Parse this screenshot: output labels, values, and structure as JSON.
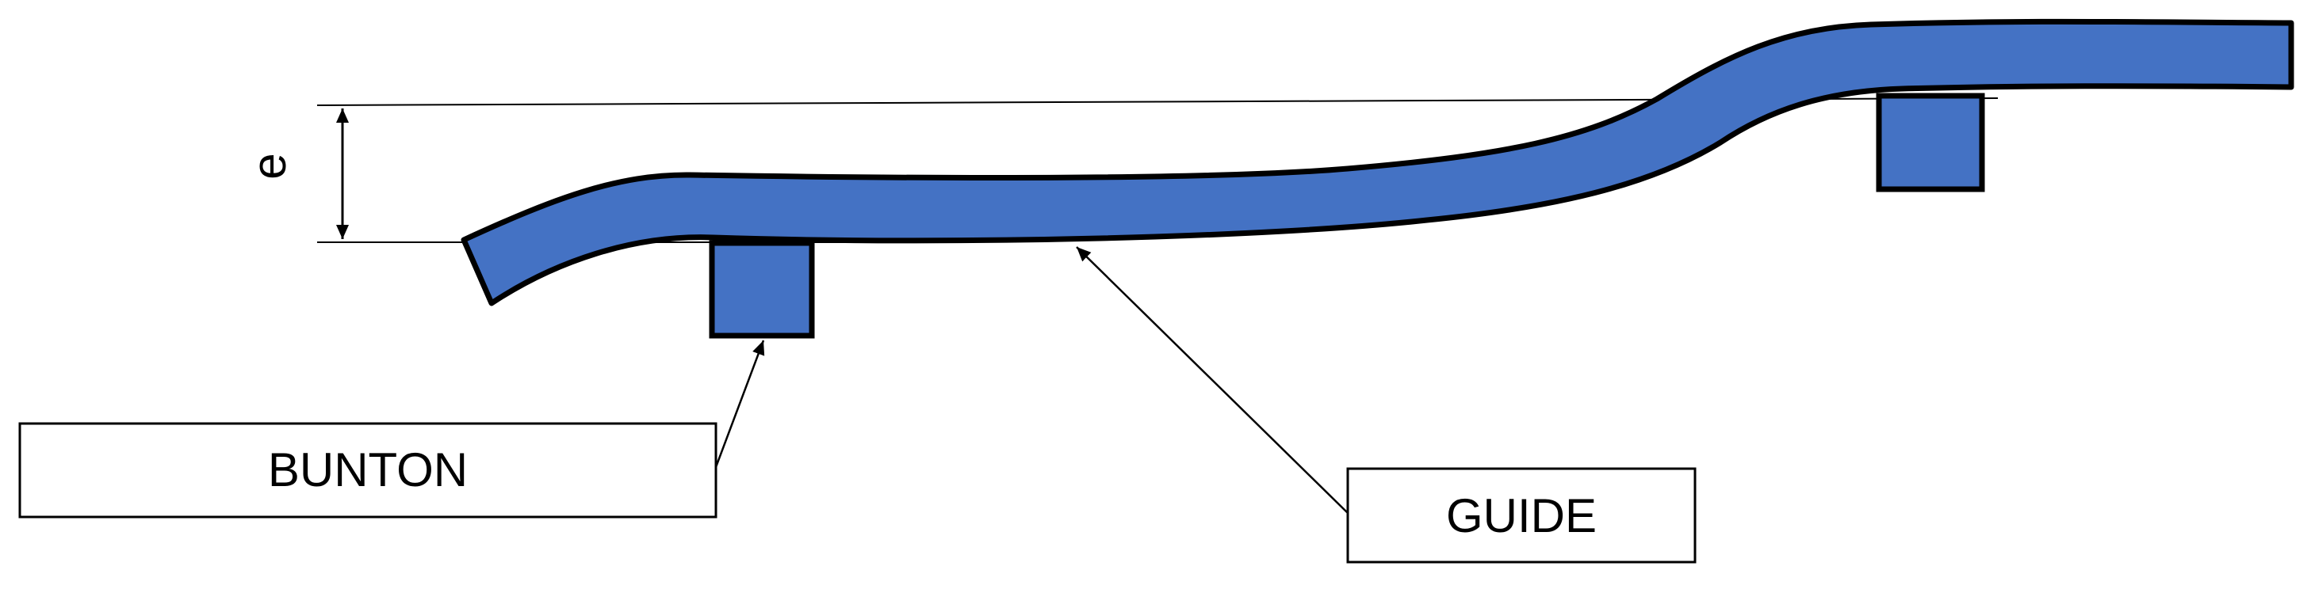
{
  "diagram": {
    "dimension_label": "e",
    "labels": {
      "bunton": "BUNTON",
      "guide": "GUIDE"
    },
    "colors": {
      "fill": "#4472C4",
      "stroke": "#000000",
      "line": "#000000",
      "box_stroke": "#000000",
      "background": "#FFFFFF"
    }
  }
}
